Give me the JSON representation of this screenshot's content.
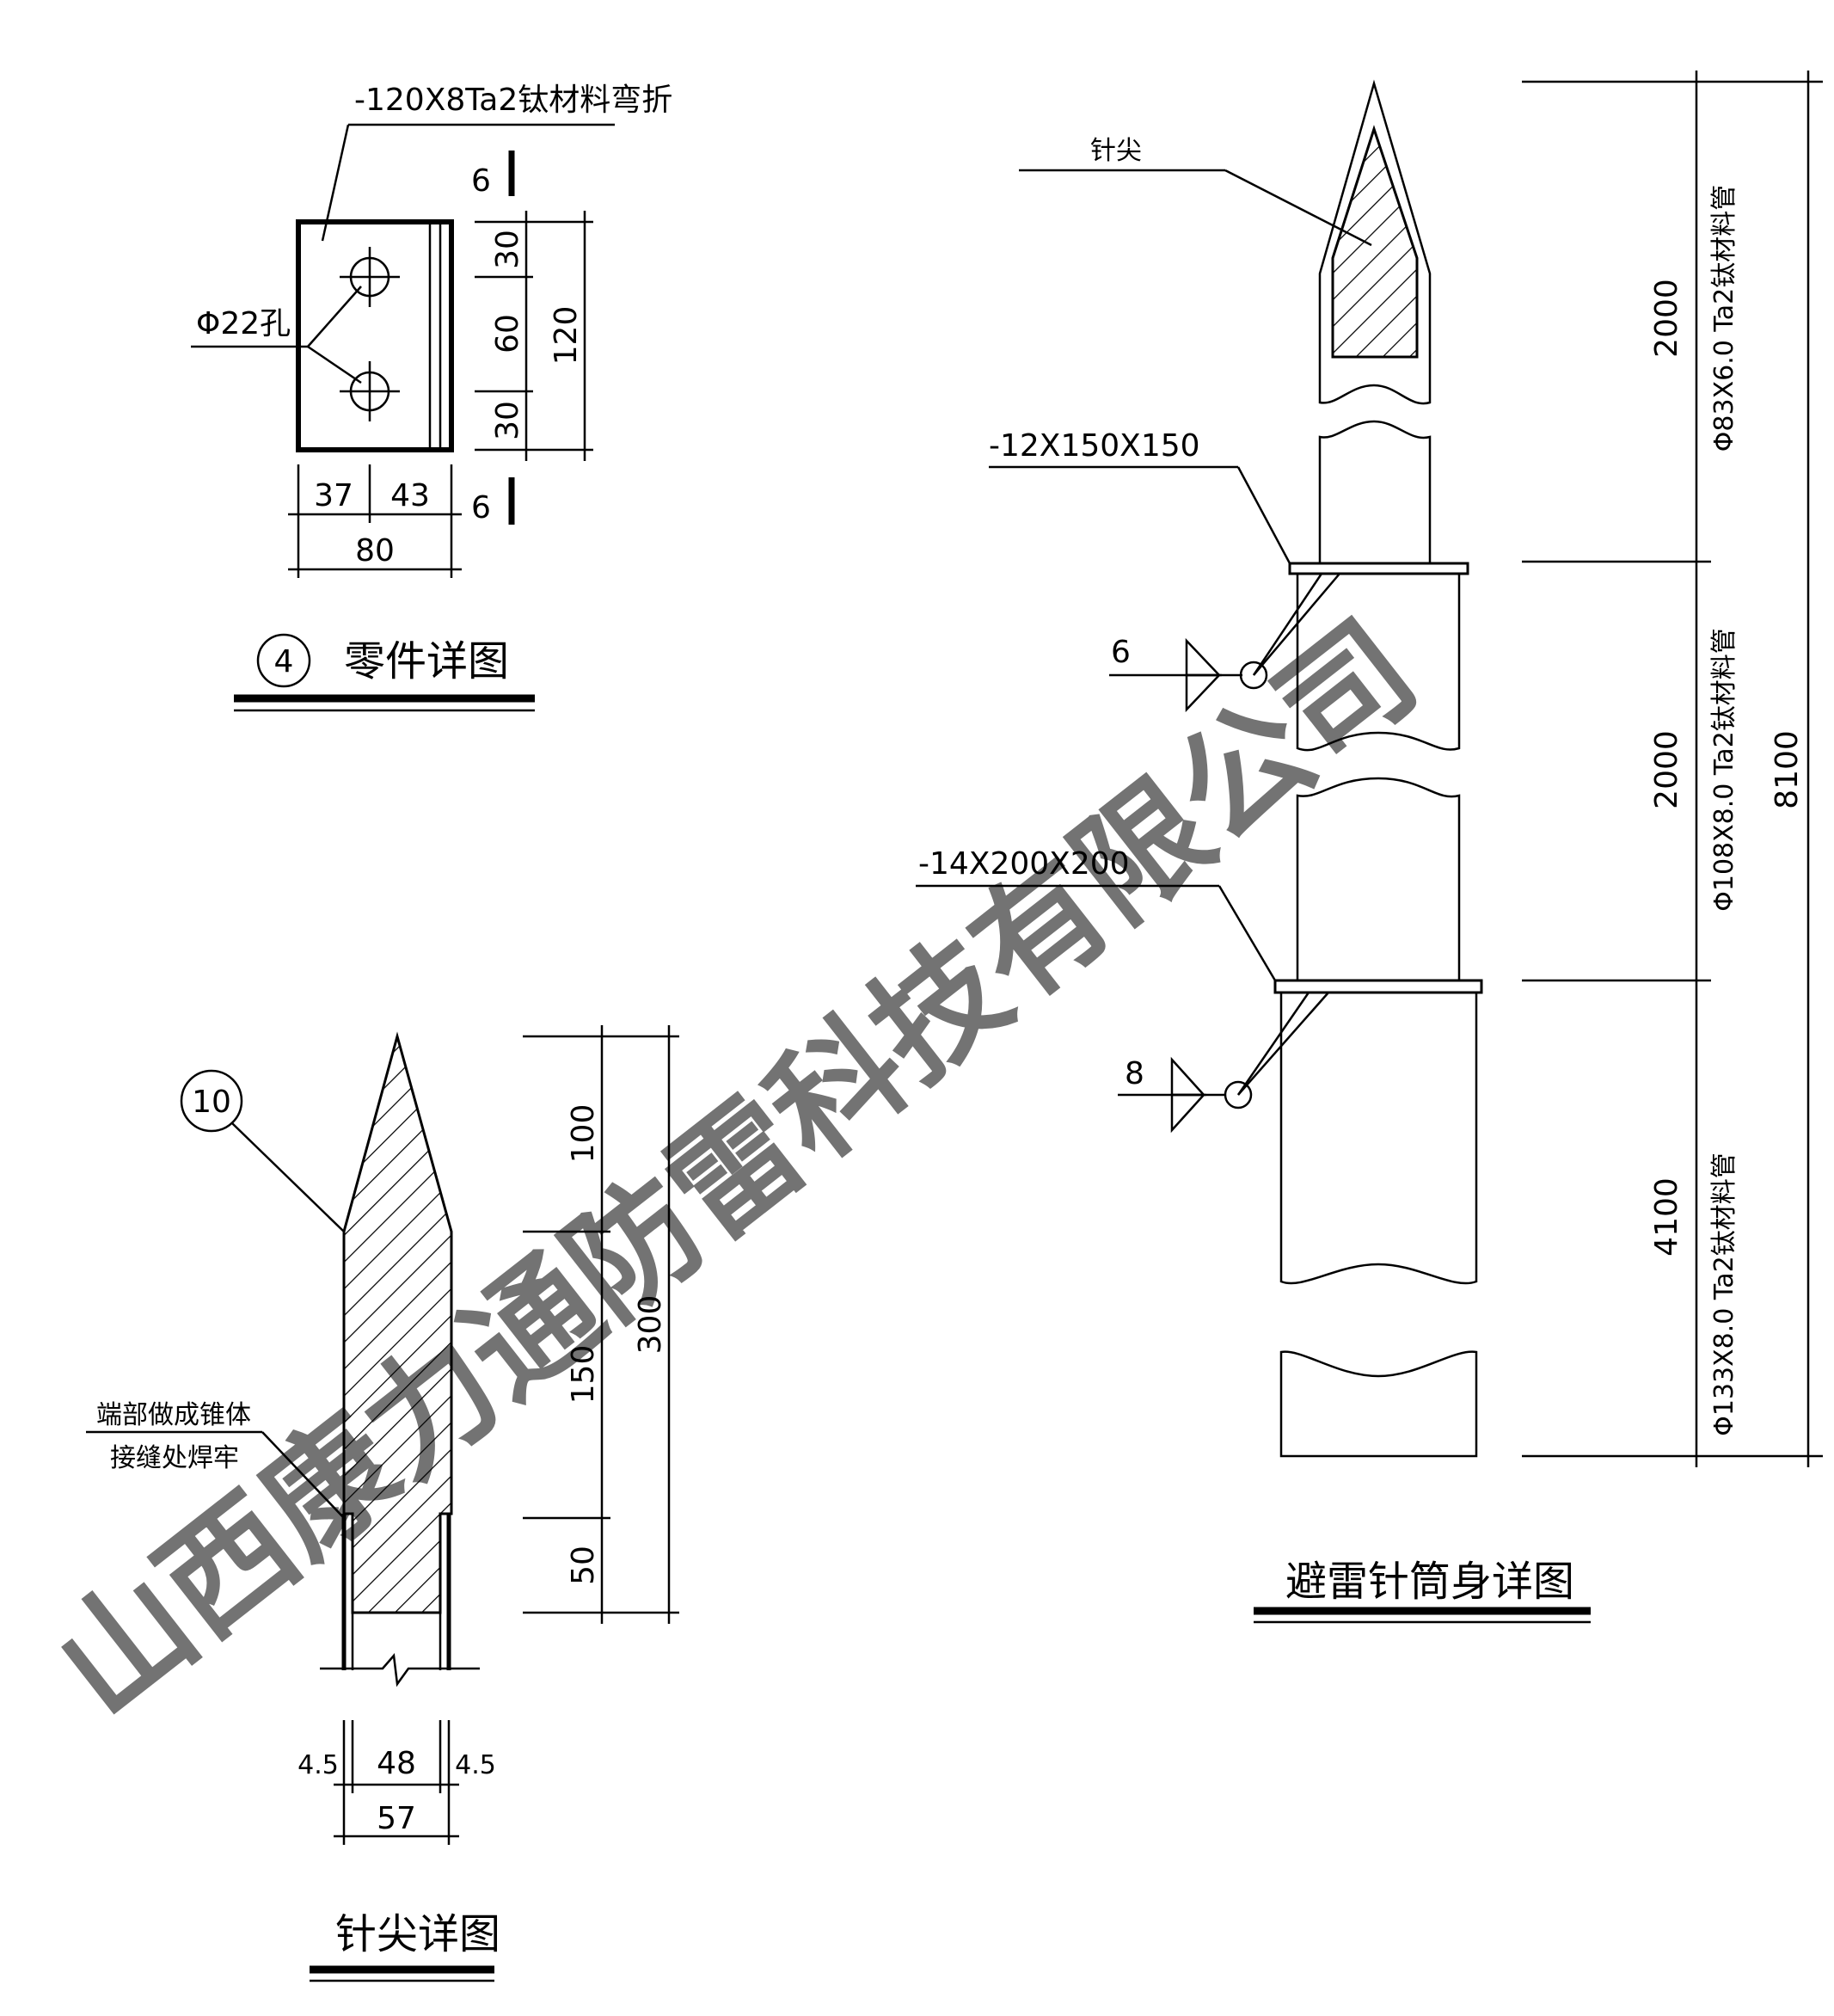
{
  "part_detail": {
    "title": "零件详图",
    "number": "4",
    "plate_label": "-120X8Ta2钛材料弯折",
    "hole_label": "Φ22孔",
    "dims_right": [
      "30",
      "60",
      "30"
    ],
    "dim_total_height": "120",
    "dims_bottom": [
      "37",
      "43"
    ],
    "dim_total_width": "80",
    "weld_marks": [
      "6",
      "6"
    ]
  },
  "tip_detail": {
    "title": "针尖详图",
    "number": "10",
    "note_line1": "端部做成锥体",
    "note_line2": "接缝处焊牢",
    "dims_right": [
      "100",
      "150",
      "50"
    ],
    "dim_total": "300",
    "dims_bottom": [
      "4.5",
      "48",
      "4.5"
    ],
    "dim_total_width": "57"
  },
  "rod_detail": {
    "title": "避雷针筒身详图",
    "tip_label": "针尖",
    "plate1_label": "-12X150X150",
    "plate2_label": "-14X200X200",
    "weld1": "6",
    "weld2": "8",
    "segments": [
      {
        "length": "2000",
        "spec": "Φ83X6.0 Ta2钛材料管"
      },
      {
        "length": "2000",
        "spec": "Φ108X8.0 Ta2钛材料管"
      },
      {
        "length": "4100",
        "spec": "Φ133X8.0 Ta2钛材料管"
      }
    ],
    "total_length": "8100"
  },
  "watermark": {
    "text": "山西康力通防雷科技有限公司",
    "color": "#5b8fe6"
  }
}
